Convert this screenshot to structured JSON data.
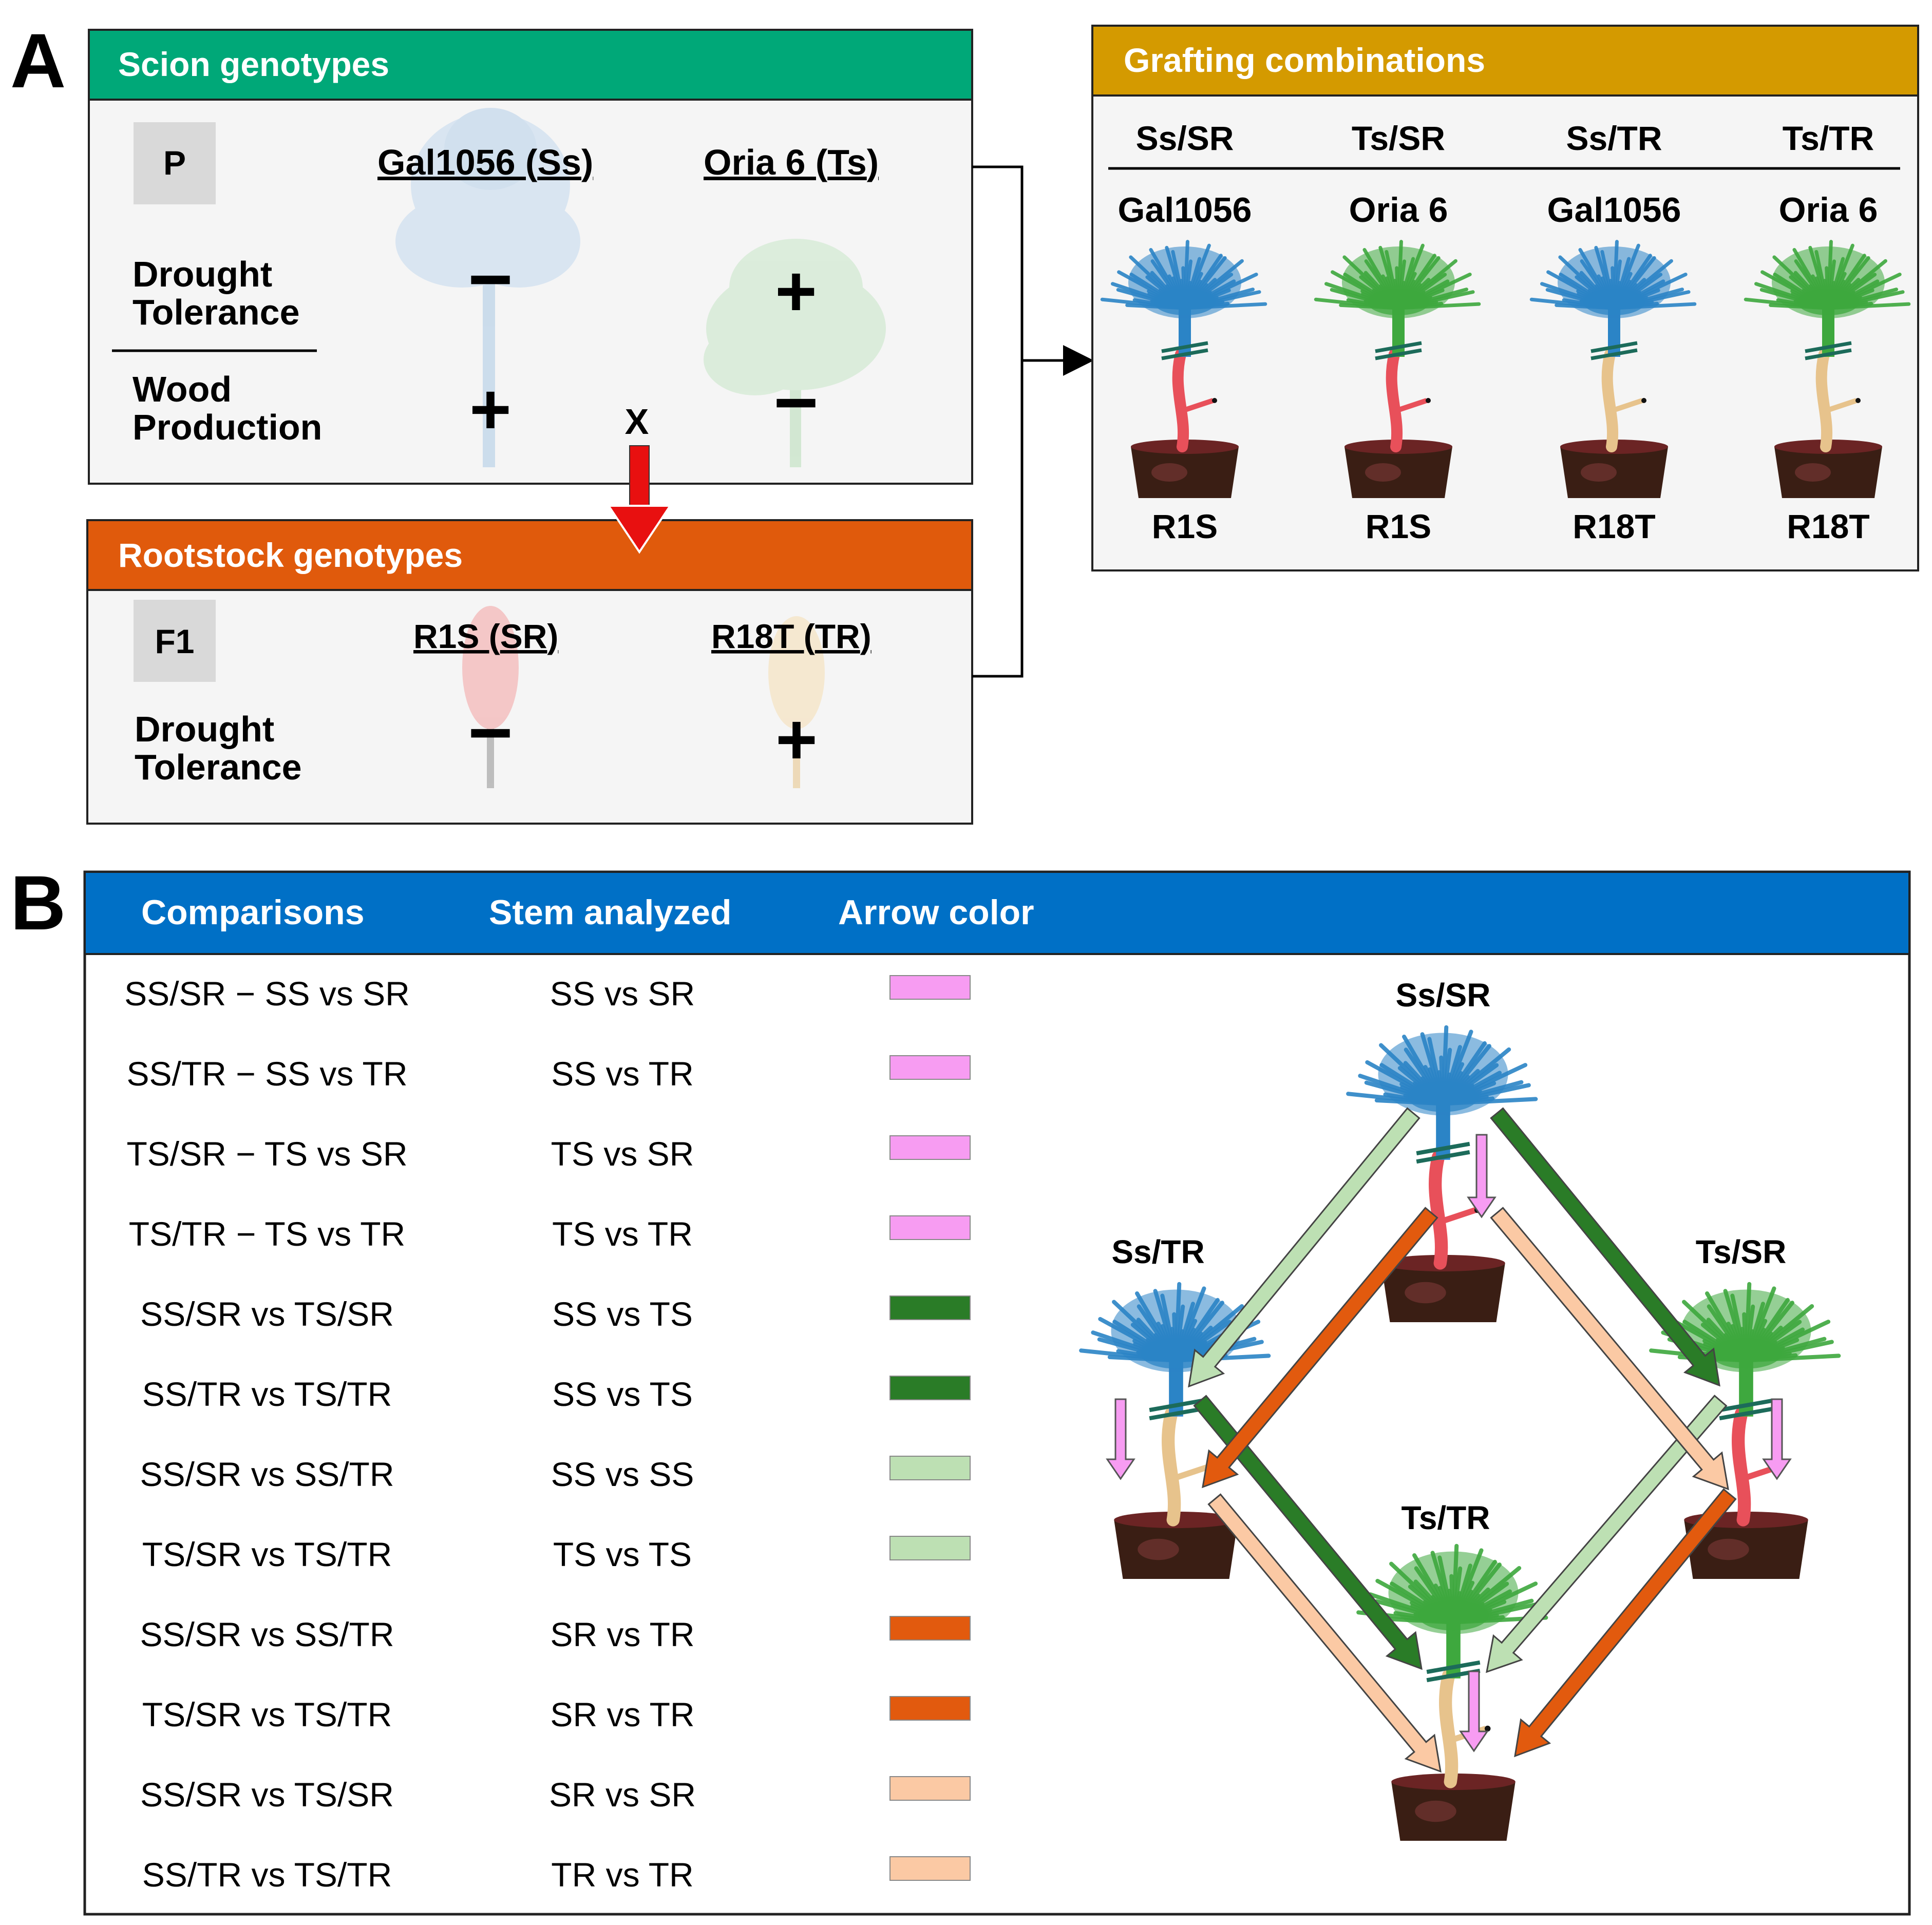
{
  "panels": {
    "a_label": "A",
    "b_label": "B"
  },
  "scion": {
    "title": "Scion genotypes",
    "generation": "P",
    "trait1_l1": "Drought",
    "trait1_l2": "Tolerance",
    "trait2_l1": "Wood",
    "trait2_l2": "Production",
    "g1_name": "Gal1056 (",
    "g1_code": "Ss",
    "g2_name": "Oria 6 (",
    "g2_code": "Ts",
    "close": ")",
    "g1_drought": "−",
    "g1_wood": "+",
    "g2_drought": "+",
    "g2_wood": "−",
    "cross": "X"
  },
  "rootstock": {
    "title": "Rootstock genotypes",
    "generation": "F1",
    "trait1_l1": "Drought",
    "trait1_l2": "Tolerance",
    "g1_name": "R1S (",
    "g1_code": "SR",
    "g2_name": "R18T (",
    "g2_code": "TR",
    "close": ")",
    "g1_drought": "−",
    "g2_drought": "+"
  },
  "grafting": {
    "title": "Grafting combinations",
    "combos": [
      {
        "code": "Ss/SR",
        "scion": "Gal1056",
        "root": "R1S"
      },
      {
        "code": "Ts/SR",
        "scion": "Oria 6",
        "root": "R1S"
      },
      {
        "code": "Ss/TR",
        "scion": "Gal1056",
        "root": "R18T"
      },
      {
        "code": "Ts/TR",
        "scion": "Oria 6",
        "root": "R18T"
      }
    ]
  },
  "table": {
    "col1": "Comparisons",
    "col2": "Stem analyzed",
    "col3": "Arrow color",
    "rows": [
      {
        "c1": "SS/SR − SS vs SR",
        "c2": "SS vs SR",
        "color": "#f79cf2"
      },
      {
        "c1": "SS/TR − SS vs TR",
        "c2": "SS vs TR",
        "color": "#f79cf2"
      },
      {
        "c1": "TS/SR − TS vs SR",
        "c2": "TS vs SR",
        "color": "#f79cf2"
      },
      {
        "c1": "TS/TR − TS vs TR",
        "c2": "TS vs TR",
        "color": "#f79cf2"
      },
      {
        "c1": "SS/SR vs TS/SR",
        "c2": "SS vs TS",
        "color": "#2a7c27"
      },
      {
        "c1": "SS/TR vs TS/TR",
        "c2": "SS vs TS",
        "color": "#2a7c27"
      },
      {
        "c1": "SS/SR vs SS/TR",
        "c2": "SS vs SS",
        "color": "#bde0b3"
      },
      {
        "c1": "TS/SR vs TS/TR",
        "c2": "TS vs TS",
        "color": "#bde0b3"
      },
      {
        "c1": "SS/SR vs SS/TR",
        "c2": "SR vs TR",
        "color": "#e25a0e"
      },
      {
        "c1": "TS/SR vs TS/TR",
        "c2": "SR vs TR",
        "color": "#e25a0e"
      },
      {
        "c1": "SS/SR vs TS/SR",
        "c2": "SR vs SR",
        "color": "#fbc9a4"
      },
      {
        "c1": "SS/TR vs TS/TR",
        "c2": "TR vs TR",
        "color": "#fbc9a4"
      }
    ]
  },
  "diamond": {
    "top": "Ss/SR",
    "left": "Ss/TR",
    "right": "Ts/SR",
    "bottom": "Ts/TR"
  },
  "colors": {
    "scion_header": "#00a878",
    "rootstock_header": "#e05a0c",
    "grafting_header": "#d49a00",
    "table_header": "#0070c6",
    "box_fill": "#f5f5f5",
    "gen_box": "#d9d9d9",
    "cross_arrow": "#e81010",
    "gal_blue": "#2b84c6",
    "oria_green": "#3ea83e",
    "r1s_red": "#e8505a",
    "r18t_tan": "#e7c38c",
    "pink": "#f79cf2",
    "dark_green": "#2a7c27",
    "light_green": "#bde0b3",
    "orange": "#e25a0e",
    "peach": "#fbc9a4"
  }
}
